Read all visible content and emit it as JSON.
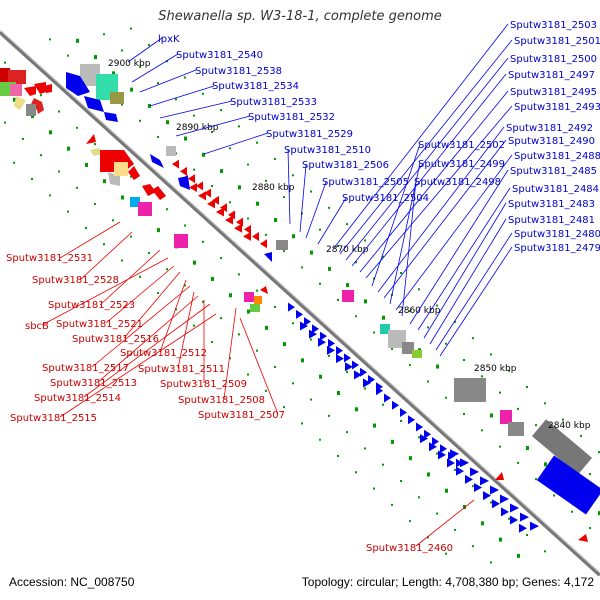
{
  "title": "Shewanella sp. W3-18-1, complete genome",
  "footer": {
    "accession": "Accession: NC_008750",
    "topology": "Topology: circular; Length: 4,708,380 bp; Genes: 4,172"
  },
  "colors": {
    "forward_strand_genes": "#0000ee",
    "reverse_strand_genes": "#ee0000",
    "backbone": "#888888",
    "tick": "#009900",
    "rna_genes": "#ee66aa"
  },
  "scale_labels": [
    "2900 kbp",
    "2890 kbp",
    "2880 kbp",
    "2870 kbp",
    "2860 kbp",
    "2850 kbp",
    "2840 kbp"
  ],
  "blue_labels": [
    "lpxK",
    "Sputw3181_2540",
    "Sputw3181_2538",
    "Sputw3181_2534",
    "Sputw3181_2533",
    "Sputw3181_2532",
    "Sputw3181_2529",
    "Sputw3181_2510",
    "Sputw3181_2506",
    "Sputw3181_2505",
    "Sputw3181_2504",
    "Sputw3181_2503",
    "Sputw3181_2501",
    "Sputw3181_2500",
    "Sputw3181_2497",
    "Sputw3181_2495",
    "Sputw3181_2493",
    "Sputw3181_2502",
    "Sputw3181_2492",
    "Sputw3181_2490",
    "Sputw3181_2499",
    "Sputw3181_2488",
    "Sputw3181_2498",
    "Sputw3181_2485",
    "Sputw3181_2484",
    "Sputw3181_2483",
    "Sputw3181_2481",
    "Sputw3181_2480",
    "Sputw3181_2479"
  ],
  "red_labels": [
    "Sputw3181_2531",
    "Sputw3181_2528",
    "Sputw3181_2523",
    "sbcB",
    "Sputw3181_2521",
    "Sputw3181_2516",
    "Sputw3181_2512",
    "Sputw3181_2517",
    "Sputw3181_2511",
    "Sputw3181_2513",
    "Sputw3181_2509",
    "Sputw3181_2514",
    "Sputw3181_2508",
    "Sputw3181_2515",
    "Sputw3181_2507",
    "Sputw3181_2460"
  ]
}
